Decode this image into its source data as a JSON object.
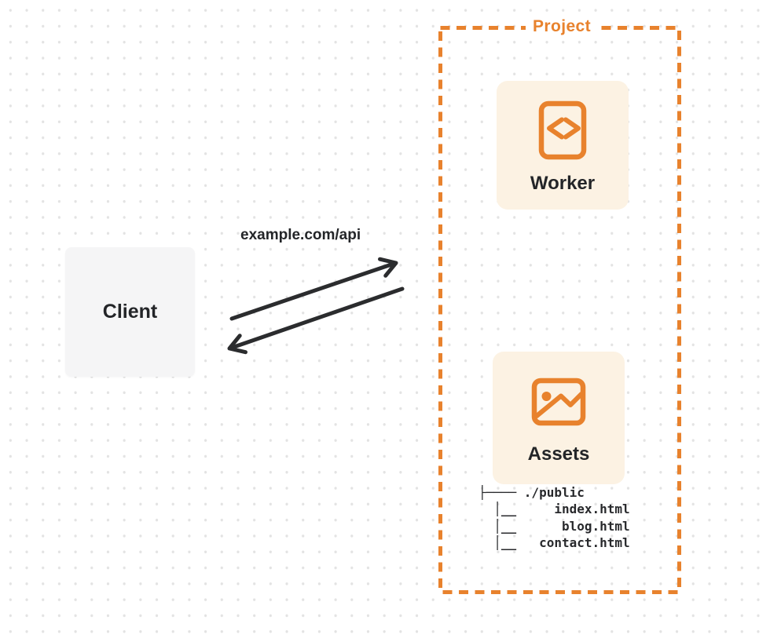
{
  "project": {
    "label": "Project"
  },
  "nodes": {
    "client": {
      "label": "Client"
    },
    "worker": {
      "label": "Worker",
      "icon": "code-file-icon"
    },
    "assets": {
      "label": "Assets",
      "icon": "image-icon"
    }
  },
  "edges": {
    "request": {
      "label": "example.com/api"
    }
  },
  "file_tree": {
    "lines": [
      "├──── ./public",
      "  │__     index.html",
      "  │__      blog.html",
      "  │__   contact.html"
    ]
  },
  "colors": {
    "accent": "#E8822D",
    "node_bg": "#FCF2E3",
    "client_bg": "#F5F5F6",
    "ink": "#232528",
    "arrow": "#2B2C2E",
    "dot_grid": "#E3E3E3"
  }
}
